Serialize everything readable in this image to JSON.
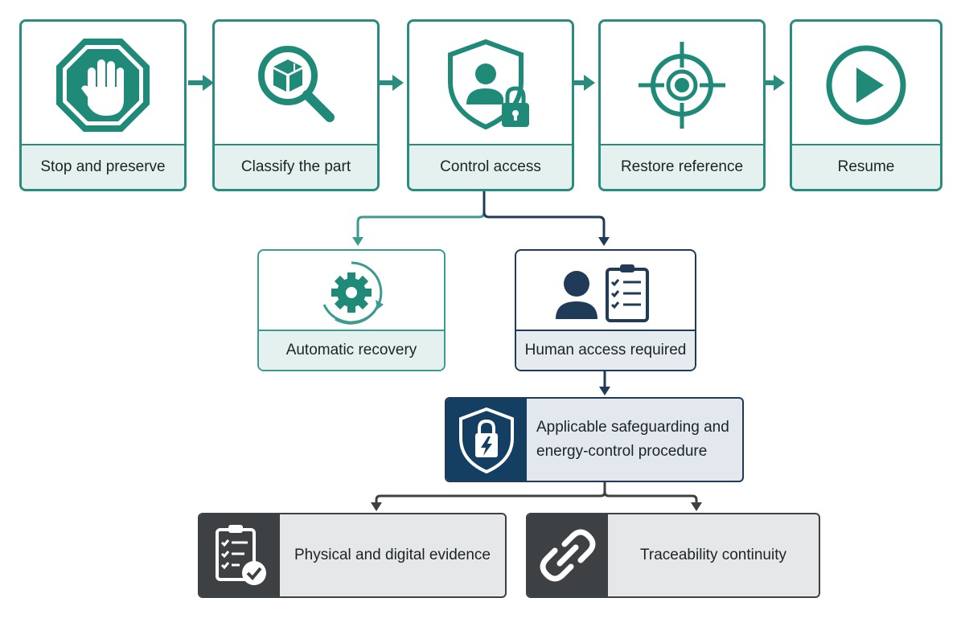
{
  "steps": [
    {
      "label": "Stop and preserve",
      "icon": "stop-hand-icon"
    },
    {
      "label": "Classify the part",
      "icon": "magnifier-box-icon"
    },
    {
      "label": "Control access",
      "icon": "shield-user-lock-icon"
    },
    {
      "label": "Restore reference",
      "icon": "crosshair-icon"
    },
    {
      "label": "Resume",
      "icon": "play-circle-icon"
    }
  ],
  "branches": {
    "automatic": {
      "label": "Automatic recovery",
      "icon": "gear-cycle-icon"
    },
    "human": {
      "label": "Human access required",
      "icon": "person-clipboard-icon"
    }
  },
  "procedure": {
    "line1": "Applicable safeguarding and",
    "line2": "energy-control procedure",
    "icon": "shield-lock-bolt-icon"
  },
  "outputs": {
    "evidence": {
      "label": "Physical and digital evidence",
      "icon": "clipboard-check-icon"
    },
    "traceability": {
      "label": "Traceability continuity",
      "icon": "chain-link-icon"
    }
  },
  "colors": {
    "teal": "#2a8c7e",
    "navy": "#1f3b58",
    "gray": "#3e4144"
  }
}
